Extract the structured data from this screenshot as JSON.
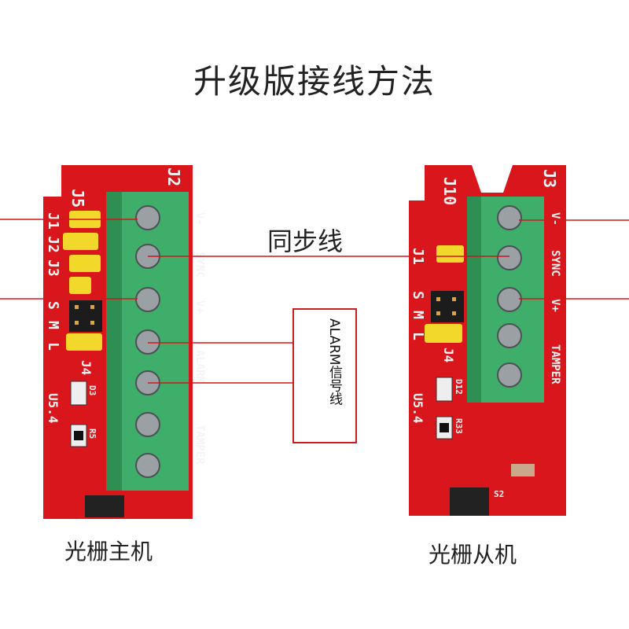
{
  "title": "升级版接线方法",
  "sync_label": "同步线",
  "alarm_label": "ALARM信号线",
  "master_caption": "光栅主机",
  "slave_caption": "光栅从机",
  "master_board": {
    "header_labels": [
      "J5",
      "J2"
    ],
    "jumper_labels": [
      "J1",
      "J2",
      "J3"
    ],
    "mode_labels": [
      "S",
      "M",
      "L"
    ],
    "terminal_labels": [
      "V-",
      "SYNC",
      "V+",
      "ALARM",
      "TAMPER"
    ],
    "misc_labels": [
      "J4",
      "D3",
      "R5",
      "U5.4"
    ]
  },
  "slave_board": {
    "header_labels": [
      "J10",
      "J3"
    ],
    "jumper_labels": [
      "J1"
    ],
    "mode_labels": [
      "S",
      "M",
      "L"
    ],
    "terminal_labels": [
      "V-",
      "SYNC",
      "V+",
      "TAMPER"
    ],
    "misc_labels": [
      "J4",
      "D12",
      "R33",
      "U5.4",
      "S2"
    ]
  },
  "colors": {
    "pcb": "#d8161b",
    "terminal": "#3fae6a",
    "wire": "#d01818",
    "jumper": "#f2d82a"
  }
}
